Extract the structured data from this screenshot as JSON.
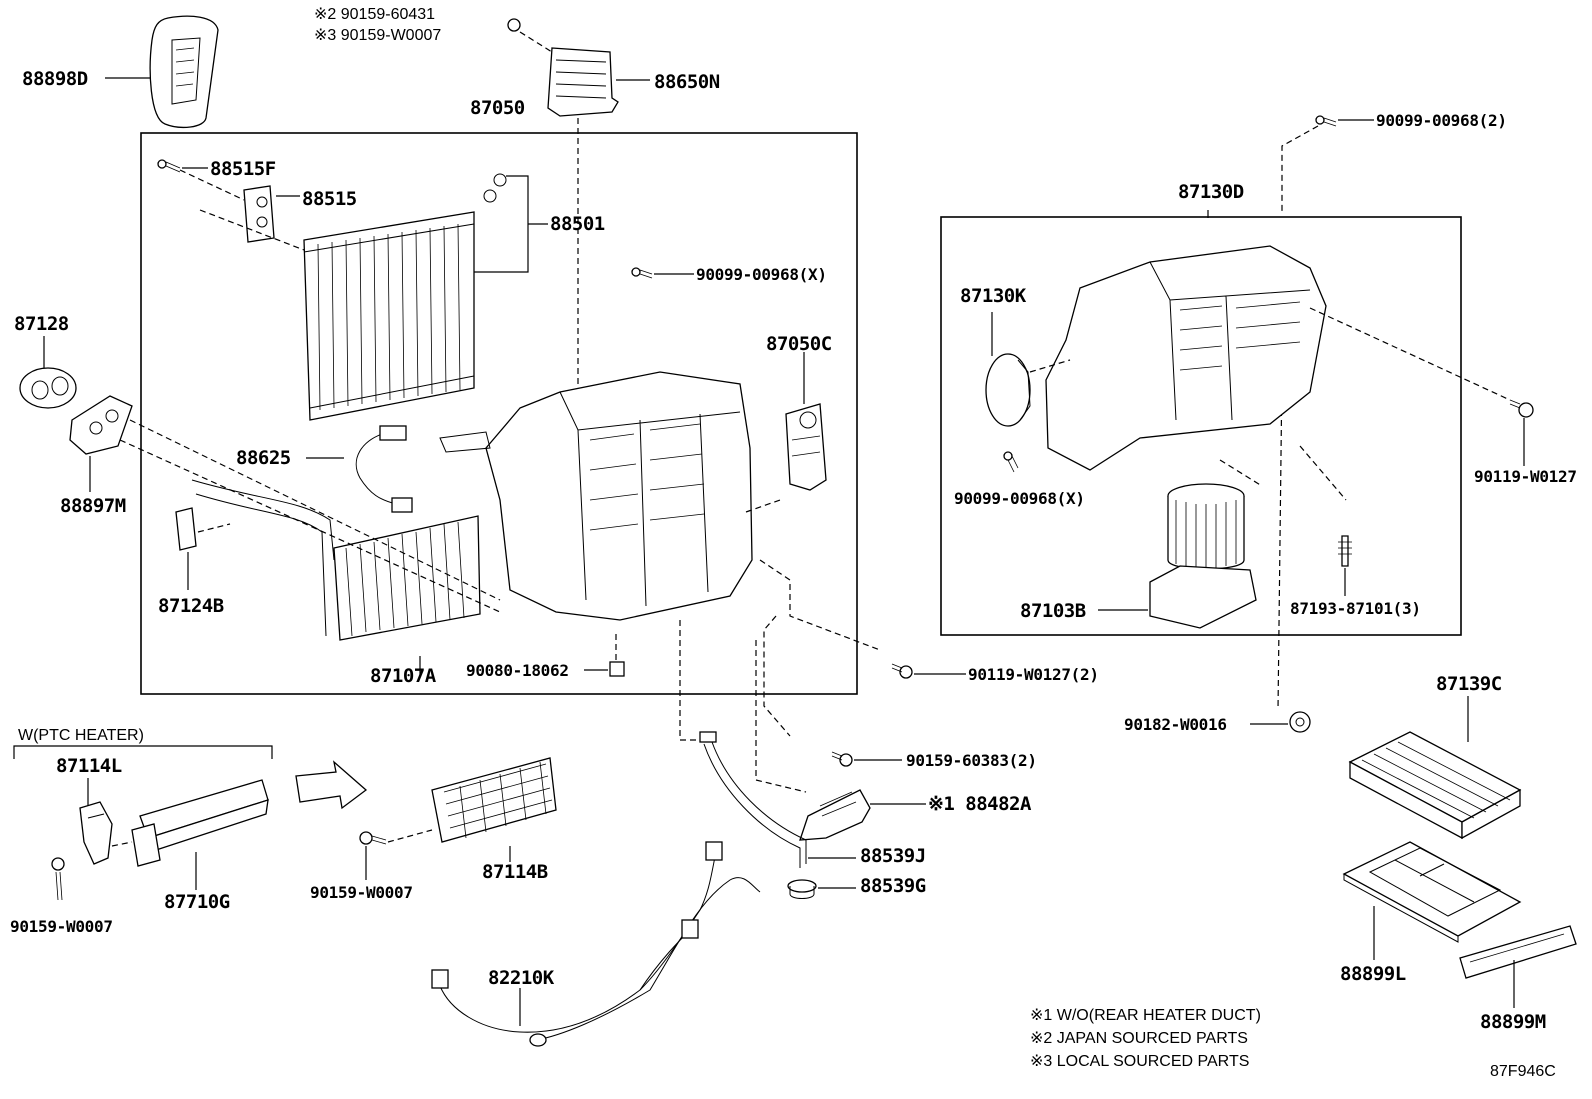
{
  "callouts": {
    "p88898D": "88898D",
    "p88650N_note1": "※2 90159-60431",
    "p88650N_note2": "※3 90159-W0007",
    "p88650N": "88650N",
    "p87050": "87050",
    "p88515F": "88515F",
    "p88515": "88515",
    "p88501": "88501",
    "p90099_00968X_a": "90099-00968(X)",
    "p87128": "87128",
    "p88897M": "88897M",
    "p87050C": "87050C",
    "p88625": "88625",
    "p87124B": "87124B",
    "p87107A": "87107A",
    "p90080_18062": "90080-18062",
    "p90119_W0127_2": "90119-W0127(2)",
    "p90099_00968_2": "90099-00968(2)",
    "p87130D": "87130D",
    "p87130K": "87130K",
    "p90099_00968X_b": "90099-00968(X)",
    "p90119_W0127": "90119-W0127",
    "p87193_87101_3": "87193-87101(3)",
    "p87103B": "87103B",
    "p90182_W0016": "90182-W0016",
    "p87139C": "87139C",
    "p90159_60383_2": "90159-60383(2)",
    "p88482A": "※1 88482A",
    "p88539J": "88539J",
    "p88539G": "88539G",
    "p87114B": "87114B",
    "p90159_W0007_a": "90159-W0007",
    "p87114L": "87114L",
    "p87710G": "87710G",
    "p90159_W0007_b": "90159-W0007",
    "p82210K": "82210K",
    "p88899L": "88899L",
    "p88899M": "88899M"
  },
  "ptc_group_label": "W(PTC HEATER)",
  "notes": [
    "※1 W/O(REAR HEATER DUCT)",
    "※2 JAPAN SOURCED PARTS",
    "※3 LOCAL SOURCED PARTS"
  ],
  "diagram_code": "87F946C"
}
